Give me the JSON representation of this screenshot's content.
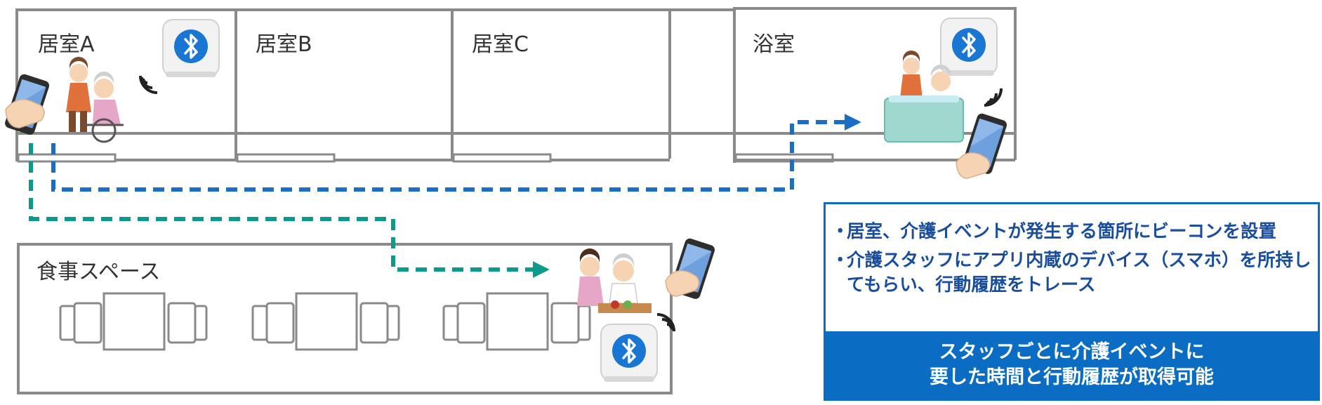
{
  "rooms": {
    "room_a": "居室A",
    "room_b": "居室B",
    "room_c": "居室C",
    "bathroom": "浴室",
    "dining": "食事スペース"
  },
  "info": {
    "items": [
      "居室、介護イベントが発生する箇所にビーコンを設置",
      "介護スタッフにアプリ内蔵のデバイス（スマホ）を所持してもらい、行動履歴をトレース"
    ],
    "bullet": "・",
    "footer_line1": "スタッフごとに介護イベントに",
    "footer_line2": "要した時間と行動履歴が取得可能"
  },
  "colors": {
    "wall": "#8a8a8a",
    "path_blue": "#1a6fc4",
    "path_teal": "#0d9a8c",
    "accent": "#0a6cc2",
    "bluetooth": "#1976d2"
  },
  "icons": [
    "bluetooth-beacon-icon",
    "smartphone-icon",
    "signal-waves-icon",
    "caregiver-wheelchair-illustration",
    "bathing-illustration",
    "feeding-illustration"
  ]
}
